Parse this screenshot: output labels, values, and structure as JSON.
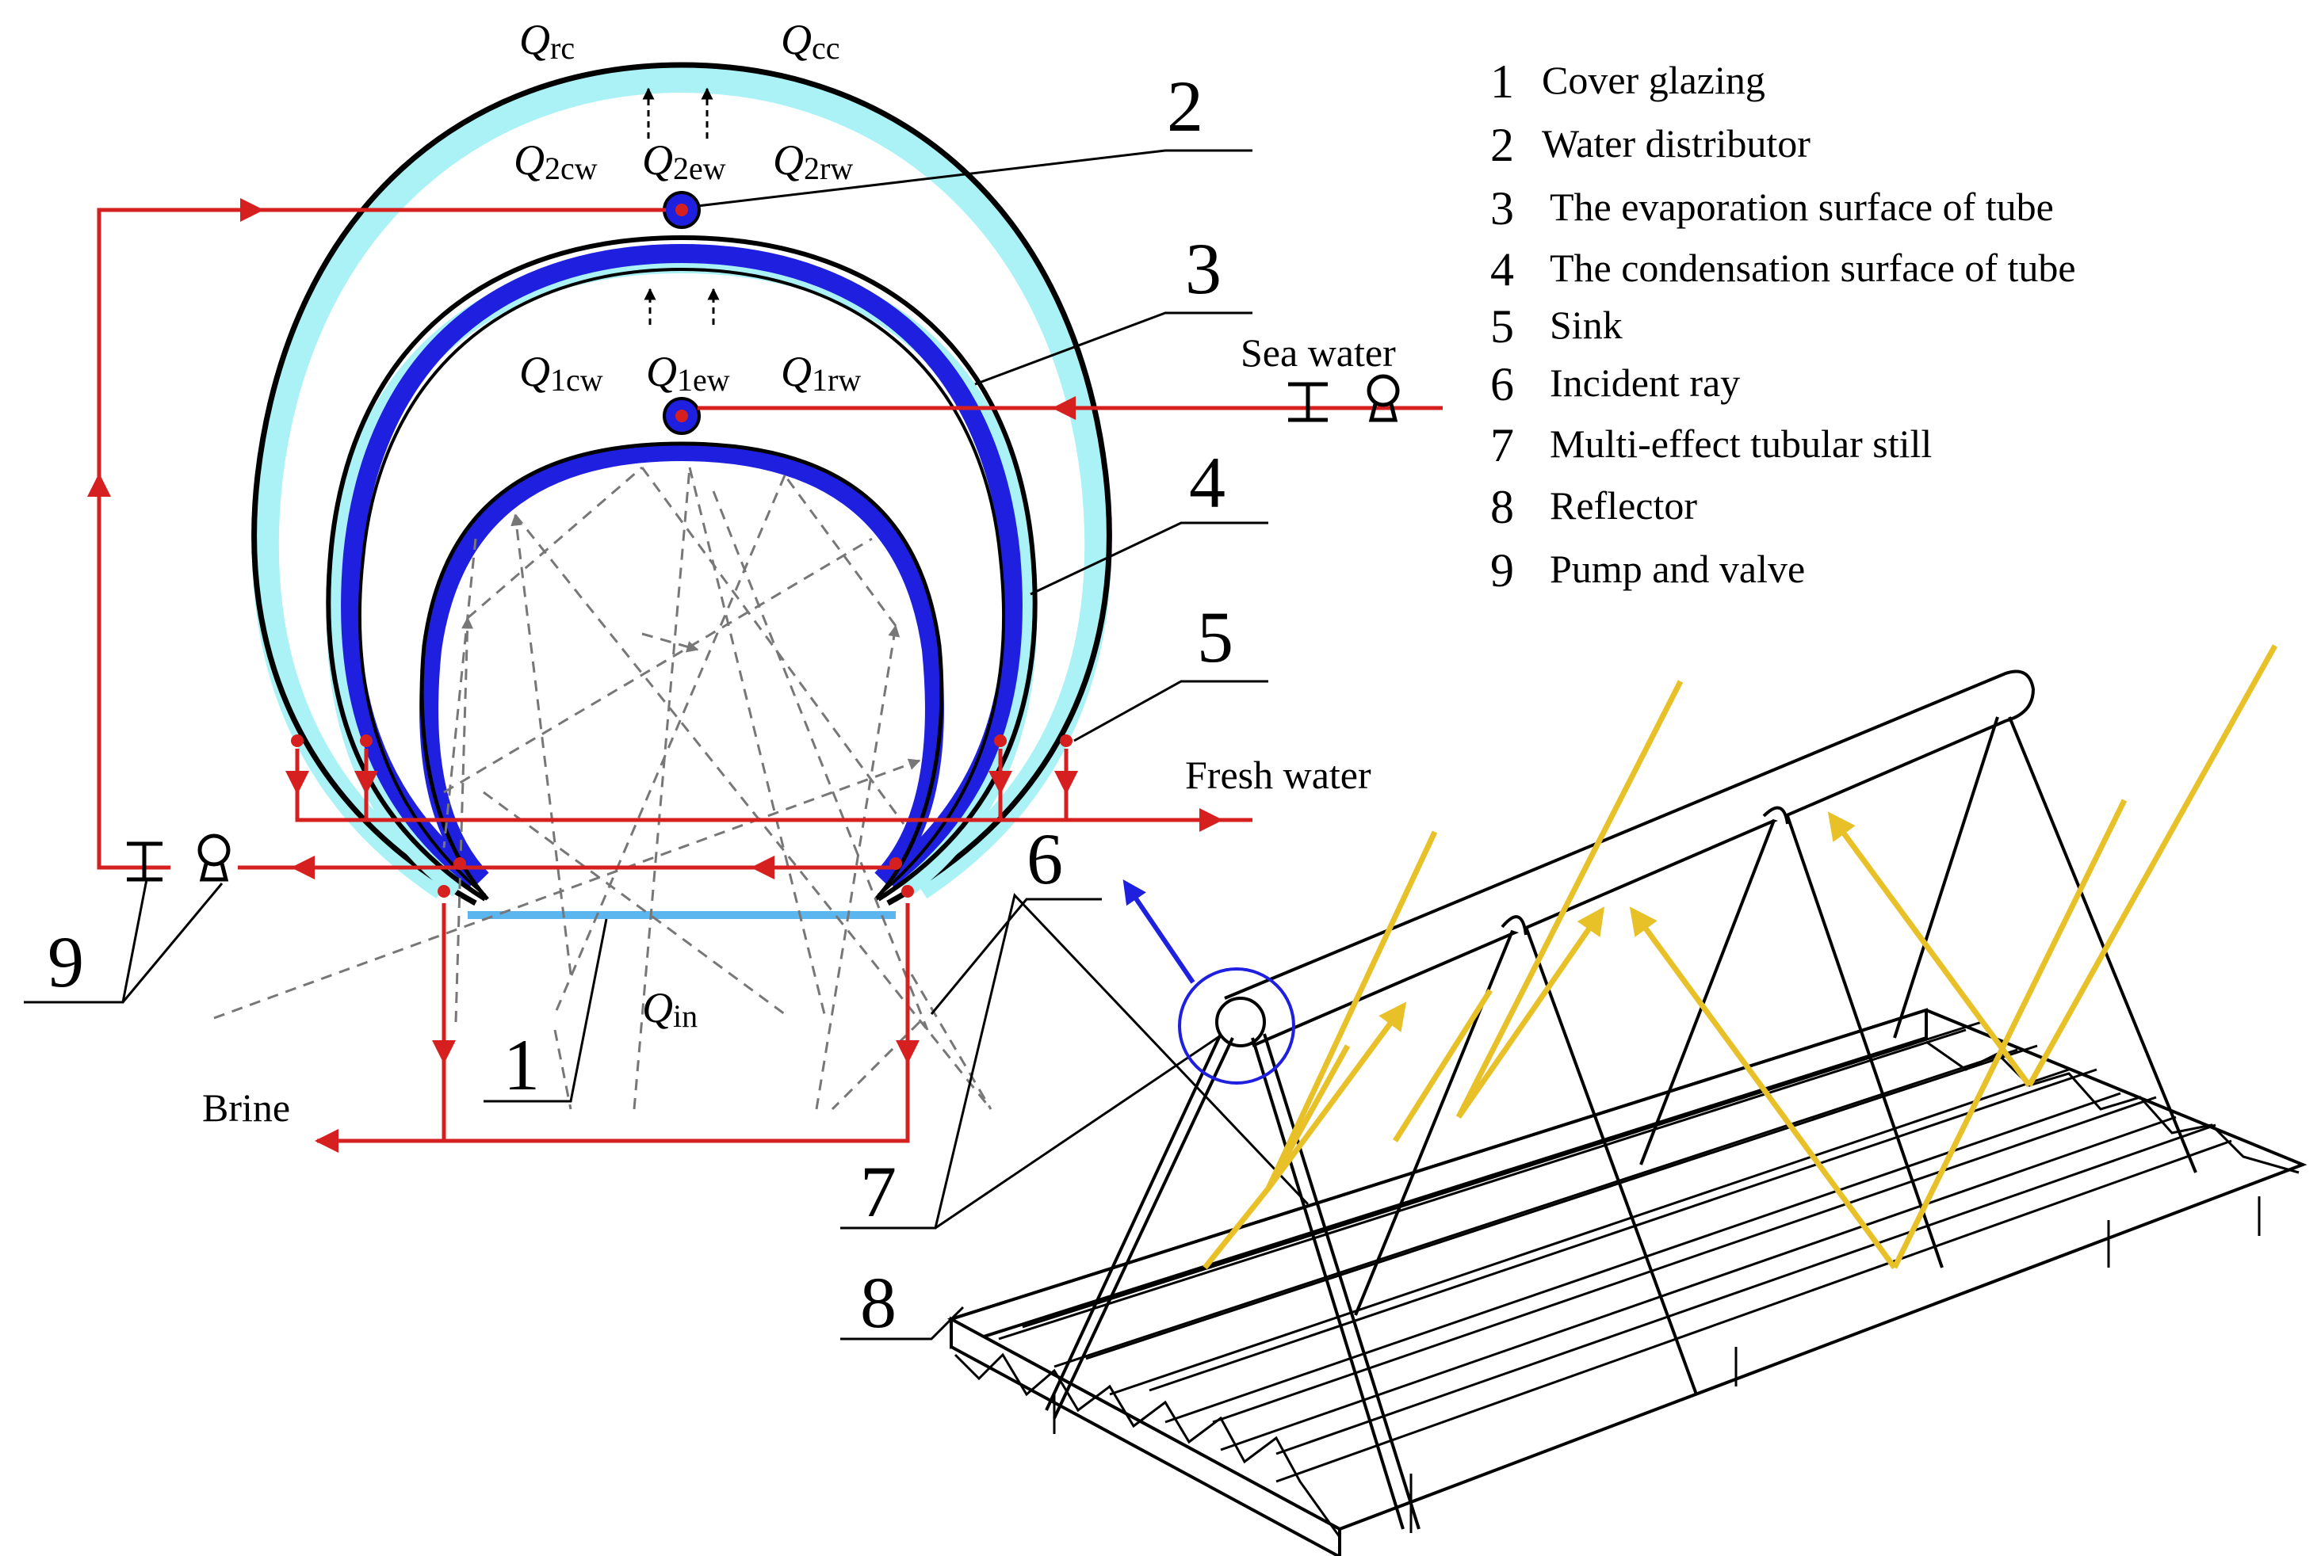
{
  "legend": [
    {
      "number": "1",
      "text": "Cover glazing"
    },
    {
      "number": "2",
      "text": "Water distributor"
    },
    {
      "number": "3",
      "text": "The evaporation surface of tube"
    },
    {
      "number": "4",
      "text": "The condensation surface of tube"
    },
    {
      "number": "5",
      "text": "Sink"
    },
    {
      "number": "6",
      "text": "Incident ray"
    },
    {
      "number": "7",
      "text": "Multi-effect tubular still"
    },
    {
      "number": "8",
      "text": "Reflector"
    },
    {
      "number": "9",
      "text": "Pump and valve"
    }
  ],
  "heat_labels": {
    "q_rc": {
      "symbol": "Q",
      "sub": "rc"
    },
    "q_cc": {
      "symbol": "Q",
      "sub": "cc"
    },
    "q_2cw": {
      "symbol": "Q",
      "sub": "2cw"
    },
    "q_2ew": {
      "symbol": "Q",
      "sub": "2ew"
    },
    "q_2rw": {
      "symbol": "Q",
      "sub": "2rw"
    },
    "q_1cw": {
      "symbol": "Q",
      "sub": "1cw"
    },
    "q_1ew": {
      "symbol": "Q",
      "sub": "1ew"
    },
    "q_1rw": {
      "symbol": "Q",
      "sub": "1rw"
    },
    "q_in": {
      "symbol": "Q",
      "sub": "in"
    }
  },
  "callouts": {
    "n1": "1",
    "n2": "2",
    "n3": "3",
    "n4": "4",
    "n5": "5",
    "n6": "6",
    "n7": "7",
    "n8": "8",
    "n9": "9"
  },
  "flow_labels": {
    "sea_water": "Sea water",
    "fresh_water": "Fresh water",
    "brine": "Brine"
  },
  "colors": {
    "pipe_red": "#d62020",
    "tube_blue": "#1f1fe0",
    "glazing_cyan": "#aaf2f6",
    "cover_glass": "#5bb6f0",
    "ray_yellow": "#e8c028",
    "ray_dashed_gray": "#777777"
  }
}
